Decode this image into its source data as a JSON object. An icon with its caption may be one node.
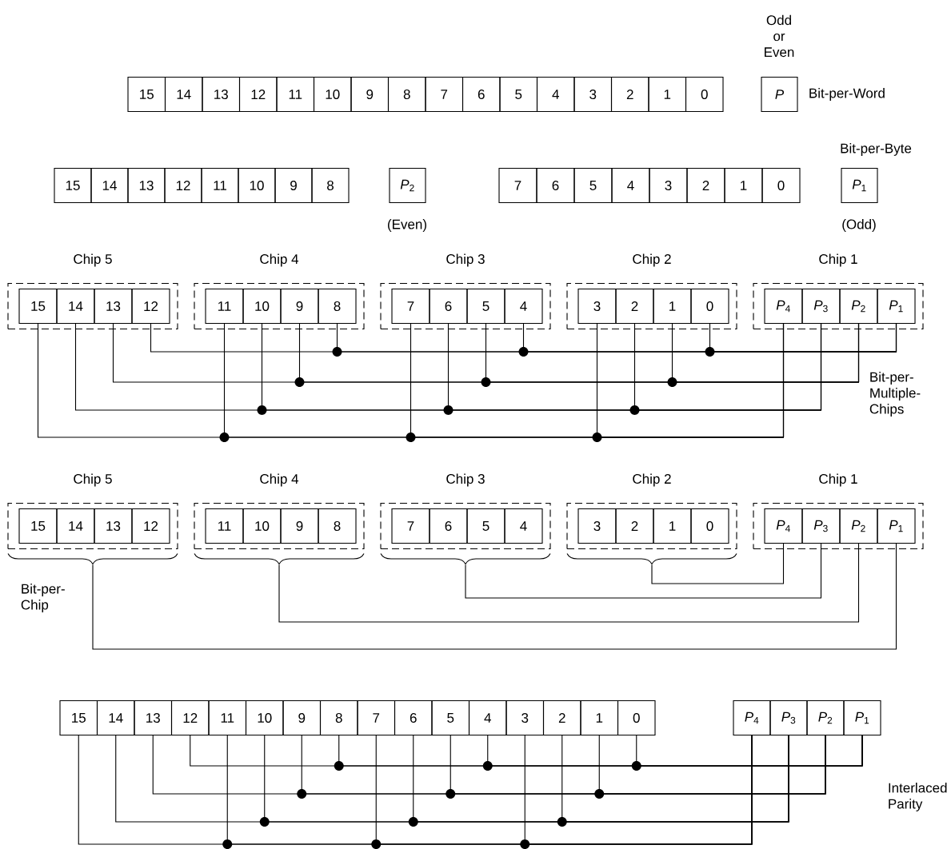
{
  "diagram": {
    "nodes": [
      {
        "text": [
          "15"
        ]
      },
      {
        "text": [
          "14"
        ]
      },
      {
        "text": [
          "13"
        ]
      },
      {
        "text": [
          "12"
        ]
      },
      {
        "text": [
          "11"
        ]
      },
      {
        "text": [
          "10"
        ]
      },
      {
        "text": [
          "9"
        ]
      },
      {
        "text": [
          "8"
        ]
      },
      {
        "text": [
          "7"
        ]
      },
      {
        "text": [
          "6"
        ]
      },
      {
        "text": [
          "5"
        ]
      },
      {
        "text": [
          "4"
        ]
      },
      {
        "text": [
          "3"
        ]
      },
      {
        "text": [
          "2"
        ]
      },
      {
        "text": [
          "1"
        ]
      },
      {
        "text": [
          "0"
        ]
      },
      {
        "text": [
          "P"
        ],
        "beside": [
          "Odd or Even"
        ]
      },
      {
        "text": [
          "15"
        ]
      },
      {
        "text": [
          "14"
        ]
      },
      {
        "text": [
          "13"
        ]
      },
      {
        "text": [
          "12"
        ]
      },
      {
        "text": [
          "11"
        ]
      },
      {
        "text": [
          "10"
        ]
      },
      {
        "text": [
          "9"
        ]
      },
      {
        "text": [
          "8"
        ]
      },
      {
        "text": [
          "*P*$_{2}$"
        ],
        "beside": [
          "(Even)"
        ]
      },
      {
        "text": [
          "7"
        ]
      },
      {
        "text": [
          "6"
        ]
      },
      {
        "text": [
          "5"
        ]
      },
      {
        "text": [
          "4"
        ]
      },
      {
        "text": [
          "3"
        ]
      },
      {
        "text": [
          "2"
        ]
      },
      {
        "text": [
          "1"
        ]
      },
      {
        "text": [
          "0"
        ]
      },
      {
        "text": [
          "*P*$_{1}$"
        ],
        "beside": [
          "(Odd)"
        ]
      },
      {
        "text": [
          "Chip 5"
        ]
      },
      {
        "text": [
          "15"
        ],
        "in": 35
      },
      {
        "text": [
          "14"
        ],
        "in": 35
      },
      {
        "text": [
          "13"
        ],
        "in": 35
      },
      {
        "text": [
          "12"
        ],
        "in": 35
      },
      {
        "text": [
          "Chip 4"
        ]
      },
      {
        "text": [
          "11"
        ],
        "in": 40
      },
      {
        "text": [
          "10"
        ],
        "in": 40
      },
      {
        "text": [
          "9"
        ],
        "in": 40
      },
      {
        "text": [
          "8"
        ],
        "in": 40
      },
      {
        "text": [
          "Chip 3"
        ]
      },
      {
        "text": [
          "7"
        ],
        "in": 45
      },
      {
        "text": [
          "6"
        ],
        "in": 45
      },
      {
        "text": [
          "5"
        ],
        "in": 45
      },
      {
        "text": [
          "4"
        ],
        "in": 45
      },
      {
        "text": [
          "Chip 2"
        ]
      },
      {
        "text": [
          "3"
        ],
        "in": 50
      },
      {
        "text": [
          "2"
        ],
        "in": 50
      },
      {
        "text": [
          "1"
        ],
        "in": 50
      },
      {
        "text": [
          "0"
        ],
        "in": 50
      },
      {
        "text": [
          "Chip 1"
        ]
      },
      {
        "text": [
          "*P*$_{4}$"
        ],
        "in": 55
      },
      {
        "text": [
          "*P*$_{3}$"
        ],
        "in": 55
      },
      {
        "text": [
          "*P*$_{2}$"
        ],
        "in": 55
      },
      {
        "text": [
          "*P*$_{1}$"
        ],
        "in": 55
      },
      {
        "text": [
          "Chip 5"
        ]
      },
      {
        "text": [
          "15"
        ],
        "in": 60
      },
      {
        "text": [
          "14"
        ],
        "in": 60
      },
      {
        "text": [
          "13"
        ],
        "in": 60
      },
      {
        "text": [
          "12"
        ],
        "in": 60
      },
      {
        "text": [
          "Chip 4"
        ]
      },
      {
        "text": [
          "11"
        ],
        "in": 65
      },
      {
        "text": [
          "10"
        ],
        "in": 65
      },
      {
        "text": [
          "9"
        ],
        "in": 65
      },
      {
        "text": [
          "8"
        ],
        "in": 65
      },
      {
        "text": [
          "Chip 3"
        ]
      },
      {
        "text": [
          "7"
        ],
        "in": 70
      },
      {
        "text": [
          "6"
        ],
        "in": 70
      },
      {
        "text": [
          "5"
        ],
        "in": 70
      },
      {
        "text": [
          "4"
        ],
        "in": 70
      },
      {
        "text": [
          "Chip 2"
        ]
      },
      {
        "text": [
          "3"
        ],
        "in": 75
      },
      {
        "text": [
          "2"
        ],
        "in": 75
      },
      {
        "text": [
          "1"
        ],
        "in": 75
      },
      {
        "text": [
          "0"
        ],
        "in": 75
      },
      {
        "text": [
          "Chip 1"
        ]
      },
      {
        "text": [
          "*P*$_{4}$"
        ],
        "in": 80
      },
      {
        "text": [
          "*P*$_{3}$"
        ],
        "in": 80
      },
      {
        "text": [
          "*P*$_{2}$"
        ],
        "in": 80
      },
      {
        "text": [
          "*P*$_{1}$"
        ],
        "in": 80
      },
      {
        "text": [
          "15"
        ]
      },
      {
        "text": [
          "14"
        ]
      },
      {
        "text": [
          "13"
        ]
      },
      {
        "text": [
          "12"
        ]
      },
      {
        "text": [
          "11"
        ]
      },
      {
        "text": [
          "10"
        ]
      },
      {
        "text": [
          "9"
        ]
      },
      {
        "text": [
          "8"
        ]
      },
      {
        "text": [
          "7"
        ]
      },
      {
        "text": [
          "6"
        ]
      },
      {
        "text": [
          "5"
        ]
      },
      {
        "text": [
          "4"
        ]
      },
      {
        "text": [
          "3"
        ]
      },
      {
        "text": [
          "2"
        ]
      },
      {
        "text": [
          "1"
        ]
      },
      {
        "text": [
          "0"
        ]
      },
      {
        "text": [
          "*P*$_{4}$"
        ]
      },
      {
        "text": [
          "*P*$_{3}$"
        ]
      },
      {
        "text": [
          "*P*$_{2}$"
        ]
      },
      {
        "text": [
          "*P*$_{1}$"
        ]
      }
    ],
    "edges": [
      {
        "from": 39,
        "to": 59,
        "arrow": "none"
      },
      {
        "from": 44,
        "to": 59,
        "arrow": "none"
      },
      {
        "from": 49,
        "to": 59,
        "arrow": "none"
      },
      {
        "from": 54,
        "to": 59,
        "arrow": "none"
      },
      {
        "from": 38,
        "to": 58,
        "arrow": "none"
      },
      {
        "from": 43,
        "to": 58,
        "arrow": "none"
      },
      {
        "from": 48,
        "to": 58,
        "arrow": "none"
      },
      {
        "from": 53,
        "to": 58,
        "arrow": "none"
      },
      {
        "from": 37,
        "to": 57,
        "arrow": "none"
      },
      {
        "from": 42,
        "to": 57,
        "arrow": "none"
      },
      {
        "from": 47,
        "to": 57,
        "arrow": "none"
      },
      {
        "from": 52,
        "to": 57,
        "arrow": "none"
      },
      {
        "from": 36,
        "to": 56,
        "arrow": "none"
      },
      {
        "from": 41,
        "to": 56,
        "arrow": "none"
      },
      {
        "from": 46,
        "to": 56,
        "arrow": "none"
      },
      {
        "from": 51,
        "to": 56,
        "arrow": "none"
      },
      {
        "from": 75,
        "to": 81,
        "arrow": "none"
      },
      {
        "from": 70,
        "to": 82,
        "arrow": "none"
      },
      {
        "from": 65,
        "to": 83,
        "arrow": "none"
      },
      {
        "from": 60,
        "to": 84,
        "arrow": "none"
      },
      {
        "from": 88,
        "to": 104,
        "arrow": "none"
      },
      {
        "from": 92,
        "to": 104,
        "arrow": "none"
      },
      {
        "from": 96,
        "to": 104,
        "arrow": "none"
      },
      {
        "from": 100,
        "to": 104,
        "arrow": "none"
      },
      {
        "from": 87,
        "to": 103,
        "arrow": "none"
      },
      {
        "from": 91,
        "to": 103,
        "arrow": "none"
      },
      {
        "from": 95,
        "to": 103,
        "arrow": "none"
      },
      {
        "from": 99,
        "to": 103,
        "arrow": "none"
      },
      {
        "from": 86,
        "to": 102,
        "arrow": "none"
      },
      {
        "from": 90,
        "to": 102,
        "arrow": "none"
      },
      {
        "from": 94,
        "to": 102,
        "arrow": "none"
      },
      {
        "from": 98,
        "to": 102,
        "arrow": "none"
      },
      {
        "from": 85,
        "to": 101,
        "arrow": "none"
      },
      {
        "from": 89,
        "to": 101,
        "arrow": "none"
      },
      {
        "from": 93,
        "to": 101,
        "arrow": "none"
      },
      {
        "from": 97,
        "to": 101,
        "arrow": "none"
      }
    ],
    "labels": [
      "Bit-per-Word",
      "Bit-per-Byte",
      "Bit-per- Multiple- Chips",
      "Bit-per- Chip",
      "Interlaced Parity"
    ]
  }
}
